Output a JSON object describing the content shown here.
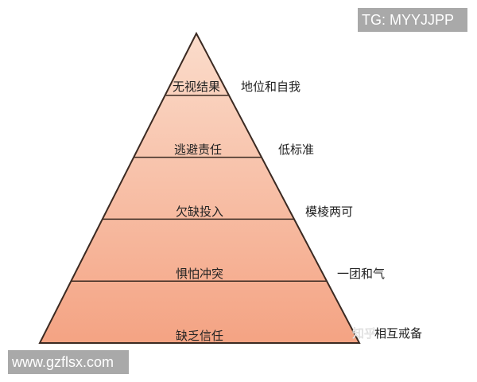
{
  "pyramid": {
    "levels": [
      {
        "inner": "无视结果",
        "outer": "地位和自我"
      },
      {
        "inner": "逃避责任",
        "outer": "低标准"
      },
      {
        "inner": "欠缺投入",
        "outer": "模棱两可"
      },
      {
        "inner": "惧怕冲突",
        "outer": "一团和气"
      },
      {
        "inner": "缺乏信任",
        "outer": "相互戒备"
      }
    ],
    "colors": {
      "top": "#fbdccb",
      "bottom": "#f4a383",
      "stroke": "#3b2a22"
    }
  },
  "watermarks": {
    "tg": "TG: MYYJJPP",
    "site": "www.gzflsx.com",
    "zhihu": "知乎"
  }
}
